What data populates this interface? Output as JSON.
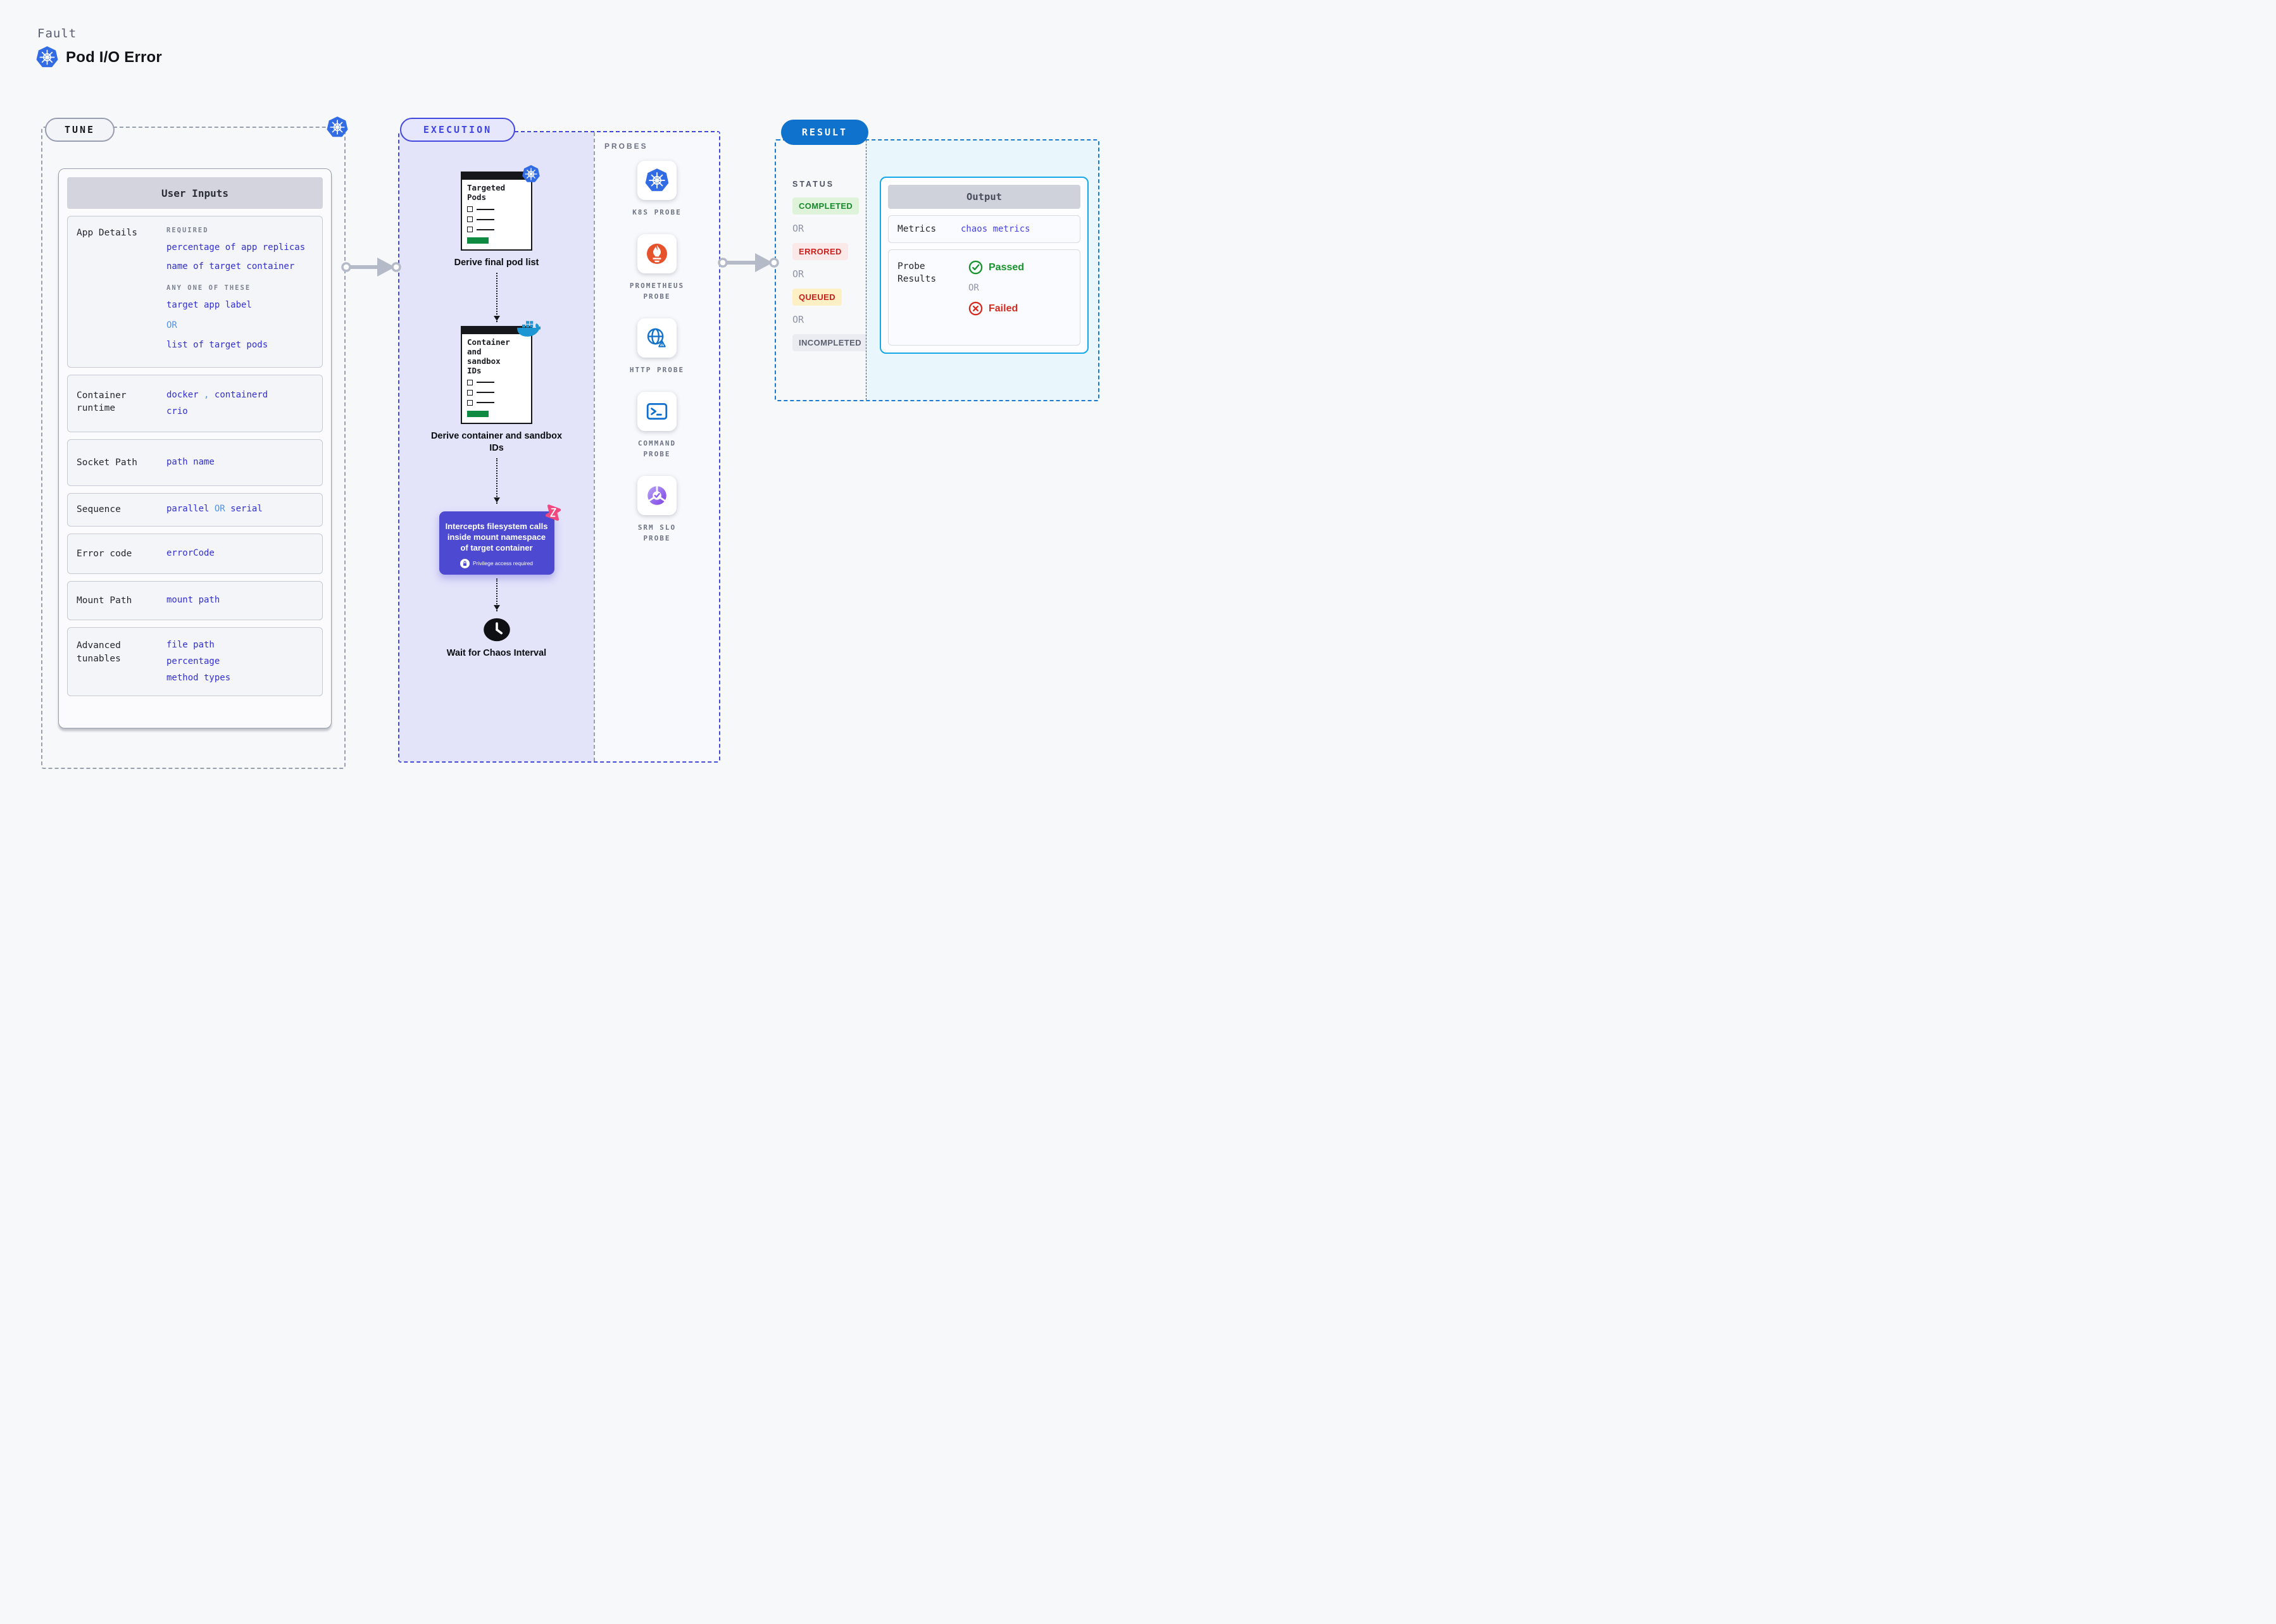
{
  "header": {
    "eyebrow": "Fault",
    "title": "Pod I/O Error"
  },
  "tune": {
    "label": "TUNE",
    "card_title": "User Inputs",
    "app_details": {
      "label": "App Details",
      "required_label": "REQUIRED",
      "required_values": [
        "percentage of app replicas",
        "name of target container"
      ],
      "any_label": "ANY ONE OF THESE",
      "any_value_1": "target app label",
      "or": "OR",
      "any_value_2": "list of target pods"
    },
    "container_runtime": {
      "label": "Container runtime",
      "value_1": "docker",
      "separator": ",",
      "value_2": "containerd",
      "value_3": "crio"
    },
    "socket_path": {
      "label": "Socket Path",
      "value": "path name"
    },
    "sequence": {
      "label": "Sequence",
      "value_1": "parallel",
      "or": "OR",
      "value_2": "serial"
    },
    "error_code": {
      "label": "Error code",
      "value": "errorCode"
    },
    "mount_path": {
      "label": "Mount Path",
      "value": "mount path"
    },
    "advanced_tunables": {
      "label": "Advanced tunables",
      "values": [
        "file path",
        "percentage",
        "method types"
      ]
    }
  },
  "execution": {
    "label": "EXECUTION",
    "step_1": {
      "window_title_lines": [
        "Targeted",
        "Pods"
      ],
      "caption": "Derive final pod list"
    },
    "step_2": {
      "window_title_lines": [
        "Container",
        "and",
        "sandbox",
        "IDs"
      ],
      "caption": "Derive container and sandbox IDs"
    },
    "intercept": {
      "text": "Intercepts filesystem calls inside mount namespace of target container",
      "badge": "Privilege access required"
    },
    "wait_caption": "Wait for Chaos Interval"
  },
  "probes": {
    "label": "PROBES",
    "items": [
      {
        "name": "k8s-probe",
        "label": "K8S PROBE"
      },
      {
        "name": "prometheus-probe",
        "label": "PROMETHEUS PROBE"
      },
      {
        "name": "http-probe",
        "label": "HTTP PROBE"
      },
      {
        "name": "command-probe",
        "label": "COMMAND PROBE"
      },
      {
        "name": "srm-slo-probe",
        "label": "SRM SLO PROBE"
      }
    ]
  },
  "result": {
    "label": "RESULT",
    "status_label": "STATUS",
    "or_label": "OR",
    "statuses": [
      {
        "text": "COMPLETED",
        "type": "completed"
      },
      {
        "text": "ERRORED",
        "type": "errored"
      },
      {
        "text": "QUEUED",
        "type": "queued"
      },
      {
        "text": "INCOMPLETED",
        "type": "incompleted"
      }
    ],
    "output": {
      "title": "Output",
      "metrics_label": "Metrics",
      "metrics_value": "chaos metrics",
      "probe_results_label": "Probe Results",
      "passed": "Passed",
      "or": "OR",
      "failed": "Failed"
    }
  },
  "colors": {
    "kubernetes_blue": "#326ce5",
    "execution_accent": "#4549da",
    "result_accent": "#0f72cc",
    "output_border": "#14a8e8",
    "value_blue": "#312ed2",
    "value_light_blue": "#4f92e8",
    "intercept_purple": "#4d4ad1",
    "litmus_pink": "#f0487f",
    "prometheus_orange": "#e6522c",
    "passed_green": "#17942c",
    "failed_red": "#d62b1f",
    "lavender_bg": "#e3e3fa",
    "cyan_bg": "#e9f6fc"
  }
}
